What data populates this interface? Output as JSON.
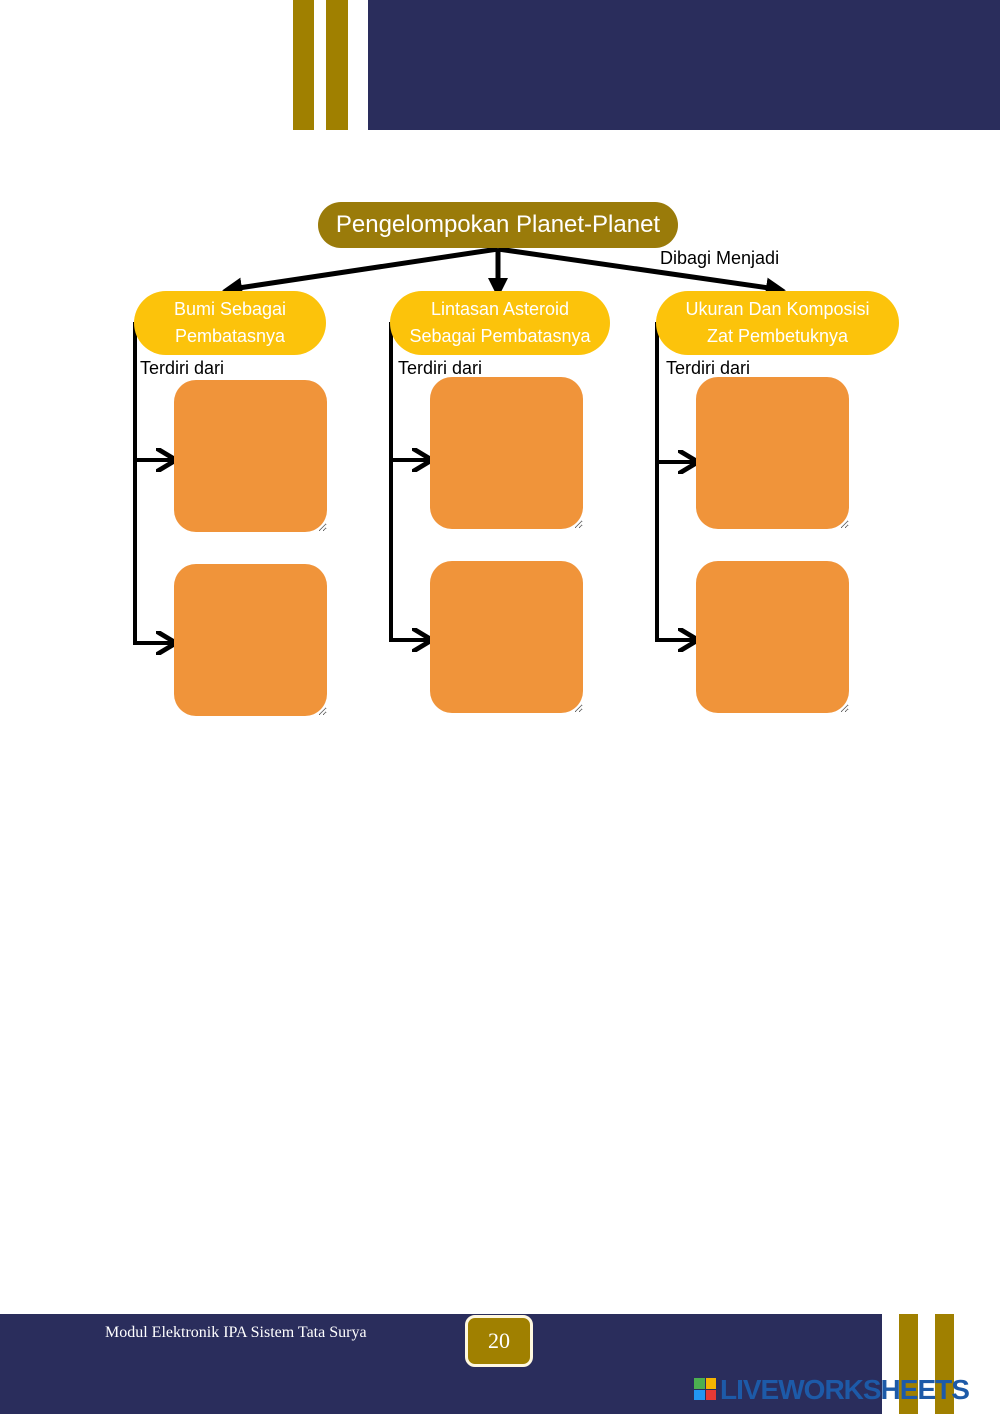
{
  "diagram": {
    "root": "Pengelompokan Planet-Planet",
    "edge_label": "Dibagi Menjadi",
    "branches": [
      {
        "line1": "Bumi Sebagai",
        "line2": "Pembatasnya",
        "sub_label": "Terdiri dari",
        "answers": [
          "",
          ""
        ]
      },
      {
        "line1": "Lintasan Asteroid",
        "line2": "Sebagai Pembatasnya",
        "sub_label": "Terdiri dari",
        "answers": [
          "",
          ""
        ]
      },
      {
        "line1": "Ukuran Dan Komposisi",
        "line2": "Zat Pembetuknya",
        "sub_label": "Terdiri dari",
        "answers": [
          "",
          ""
        ]
      }
    ]
  },
  "footer": {
    "title": "Modul Elektronik IPA Sistem Tata Surya",
    "page_number": "20",
    "brand": "LIVEWORKSHEETS"
  },
  "colors": {
    "navy": "#2a2d5c",
    "gold": "#a08000",
    "yellow": "#fcc30b",
    "orange": "#f0943a"
  }
}
